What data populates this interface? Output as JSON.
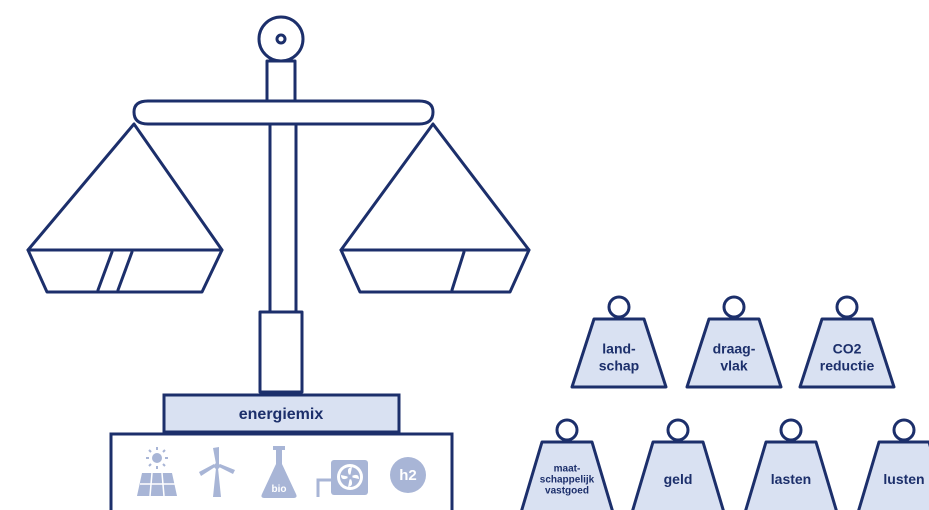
{
  "colors": {
    "stroke": "#1c2f6b",
    "fill": "#d9e1f2",
    "icon": "#a8b5d6",
    "background": "#ffffff"
  },
  "base": {
    "label": "energiemix",
    "icons": [
      "solar-panel-icon",
      "wind-turbine-icon",
      "bio-flask-icon",
      "heat-pump-icon",
      "hydrogen-icon"
    ],
    "bio_text": "bio",
    "h2_text": "h2"
  },
  "weights": [
    {
      "lines": [
        "land-",
        "schap"
      ]
    },
    {
      "lines": [
        "draag-",
        "vlak"
      ]
    },
    {
      "lines": [
        "CO2",
        "reductie"
      ]
    },
    {
      "lines": [
        "maat-",
        "schappelijk",
        "vastgoed"
      ]
    },
    {
      "lines": [
        "geld"
      ]
    },
    {
      "lines": [
        "lasten"
      ]
    },
    {
      "lines": [
        "lusten"
      ]
    }
  ]
}
